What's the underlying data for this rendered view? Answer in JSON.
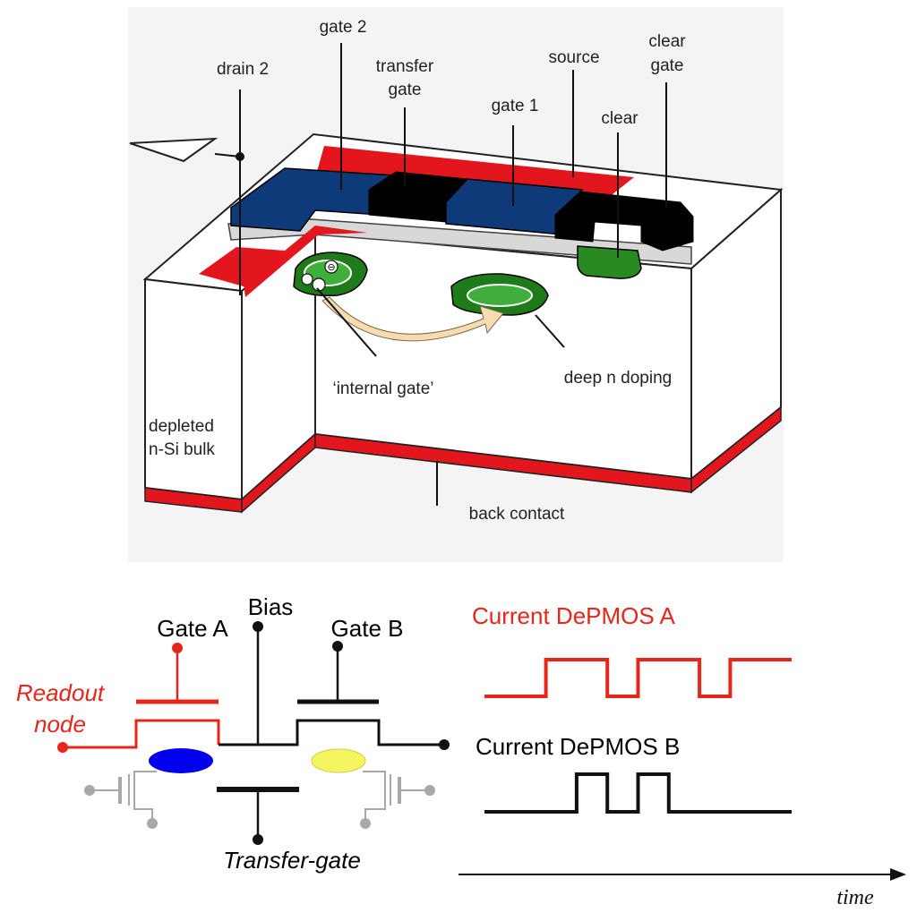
{
  "device": {
    "labels": {
      "drain2": "drain 2",
      "gate2": "gate 2",
      "transfer_gate_l1": "transfer",
      "transfer_gate_l2": "gate",
      "source": "source",
      "clear_gate_l1": "clear",
      "clear_gate_l2": "gate",
      "gate1": "gate 1",
      "clear": "clear",
      "internal_gate": "‘internal gate’",
      "deep_n_doping": "deep n doping",
      "bulk_l1": "depleted",
      "bulk_l2": "n-Si bulk",
      "back_contact": "back contact"
    },
    "colors": {
      "blue_gate": "#0e3a7a",
      "black_gate": "#000000",
      "red_implant": "#e3161e",
      "green_doping": "#1f7a1a",
      "light_green": "#3fae3a",
      "arrow": "#f7dcb0"
    }
  },
  "schematic": {
    "labels": {
      "gate_a": "Gate A",
      "bias": "Bias",
      "gate_b": "Gate B",
      "readout_l1": "Readout",
      "readout_l2": "node",
      "transfer_gate": "Transfer-gate",
      "current_a": "Current DePMOS A",
      "current_b": "Current DePMOS B",
      "time": "time"
    },
    "colors": {
      "red": "#e8251a",
      "blue_ellipse": "#0000ee",
      "yellow_ellipse": "#f5f560",
      "grey": "#a8a8a8"
    }
  },
  "waveforms": {
    "current_a": [
      0,
      0,
      1,
      1,
      0,
      1,
      1,
      0,
      1,
      1
    ],
    "current_b": [
      0,
      0,
      0,
      1,
      0,
      1,
      0,
      0,
      0,
      0
    ]
  }
}
